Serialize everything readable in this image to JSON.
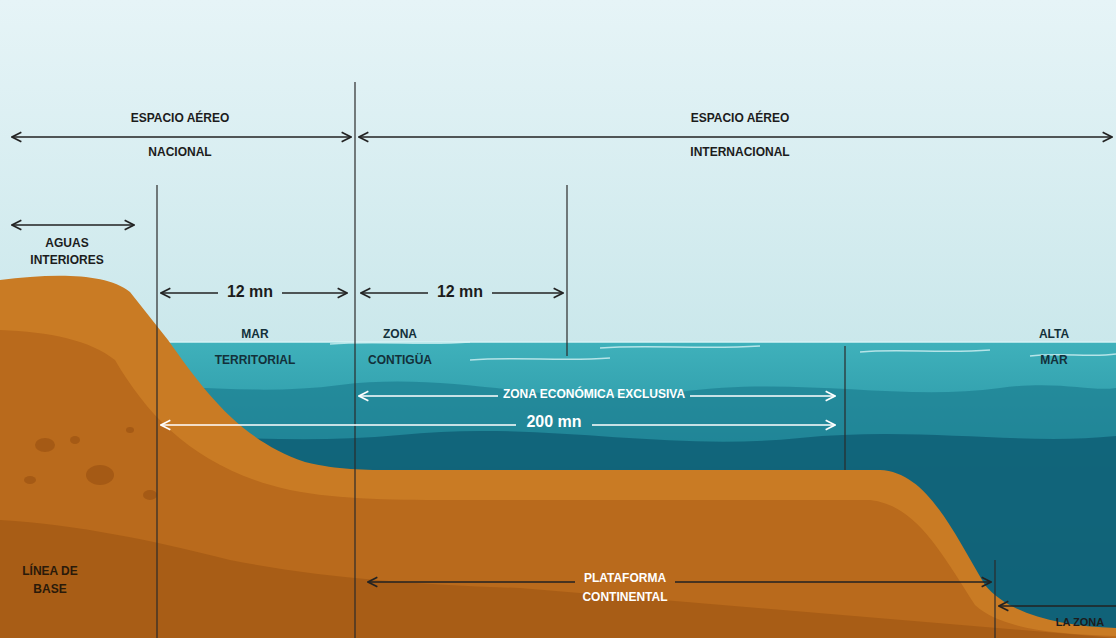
{
  "diagram": {
    "labels": [
      "ESPACIO AÉREO",
      "NACIONAL",
      "ESPACIO AÉREO",
      "INTERNACIONAL",
      "AGUAS INTERIORES",
      "12 mn",
      "12 mn",
      "MAR TERRITORIAL",
      "ZONA CONTIGÜA",
      "ALTA MAR",
      "ZONA ECONÓMICA EXCLUSIVA",
      "200 mn",
      "LÍNEA DE BASE",
      "PLATAFORMA CONTINENTAL",
      "LA ZONA"
    ]
  }
}
